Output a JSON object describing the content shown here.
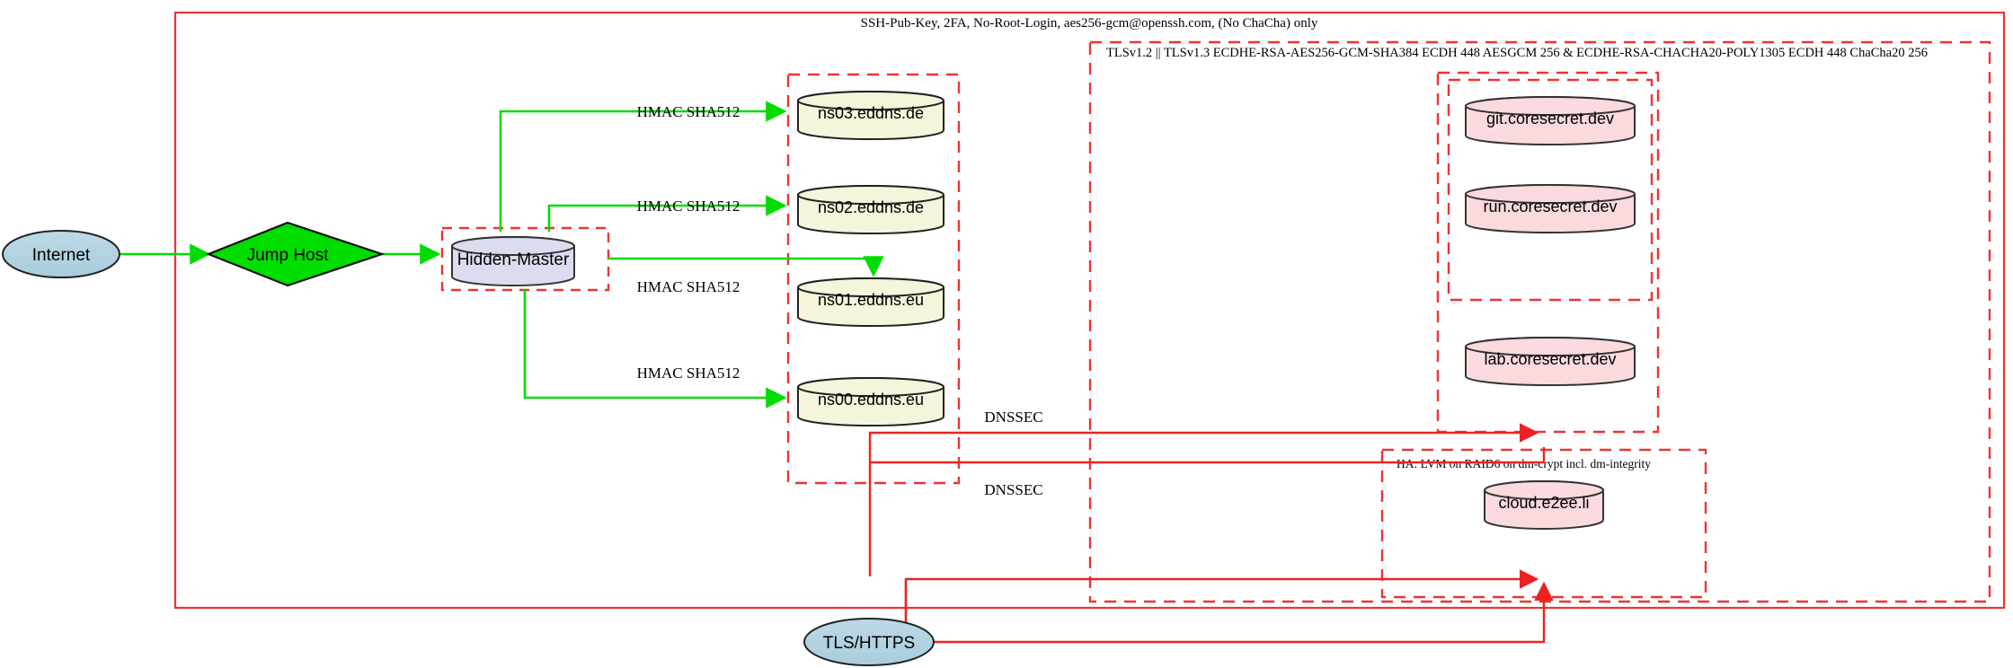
{
  "diagram": {
    "title_boundary_label": "SSH-Pub-Key, 2FA, No-Root-Login, aes256-gcm@openssh.com, (No ChaCha) only",
    "tls_boundary_label": "TLSv1.2 || TLSv1.3 ECDHE-RSA-AES256-GCM-SHA384 ECDH 448 AESGCM 256 & ECDHE-RSA-CHACHA20-POLY1305 ECDH 448 ChaCha20 256",
    "ha_boundary_label": "HA: LVM on RAID6 on dm-crypt incl. dm-integrity"
  },
  "nodes": {
    "internet": "Internet",
    "jump_host": "Jump Host",
    "hidden_master": "Hidden-Master",
    "ns03": "ns03.eddns.de",
    "ns02": "ns02.eddns.de",
    "ns01": "ns01.eddns.eu",
    "ns00": "ns00.eddns.eu",
    "git": "git.coresecret.dev",
    "run": "run.coresecret.dev",
    "lab": "lab.coresecret.dev",
    "cloud": "cloud.e2ee.li",
    "tls_https": "TLS/HTTPS"
  },
  "edges": {
    "hmac_ns03": "HMAC SHA512",
    "hmac_ns02": "HMAC SHA512",
    "hmac_ns01": "HMAC SHA512",
    "hmac_ns00": "HMAC SHA512",
    "dnssec_upper": "DNSSEC",
    "dnssec_lower": "DNSSEC"
  },
  "colors": {
    "boundary_red": "#ee3333",
    "edge_green": "#00dd00",
    "edge_red": "#ee2222",
    "node_blue_fill": "#add8e6",
    "node_green_fill": "#00dd00",
    "node_lavender_fill": "#dcdcf0",
    "node_yellow_fill": "#f5f5dc",
    "node_pink_fill": "#fadadd",
    "node_stroke": "#333333"
  }
}
